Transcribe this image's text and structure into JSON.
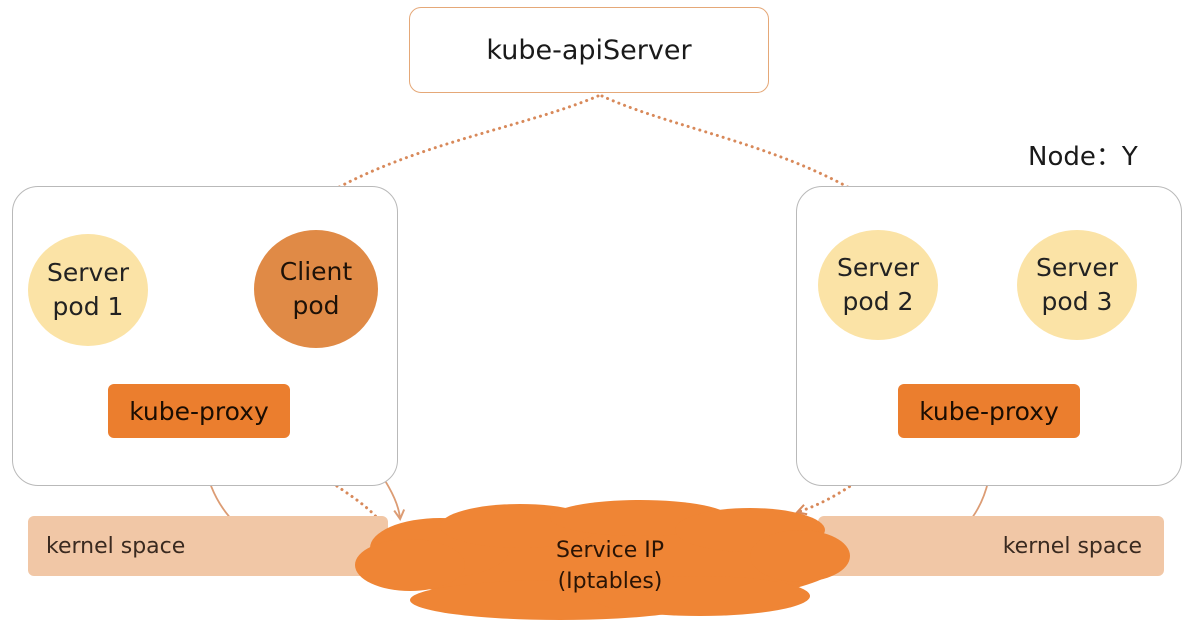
{
  "api_server": {
    "label": "kube-apiServer"
  },
  "node_label": "Node：Y",
  "left_node": {
    "server_pod": {
      "line1": "Server",
      "line2": "pod 1"
    },
    "client_pod": {
      "line1": "Client",
      "line2": "pod"
    },
    "proxy_label": "kube-proxy",
    "kernel_label": "kernel space"
  },
  "right_node": {
    "server_pod_a": {
      "line1": "Server",
      "line2": "pod 2"
    },
    "server_pod_b": {
      "line1": "Server",
      "line2": "pod 3"
    },
    "proxy_label": "kube-proxy",
    "kernel_label": "kernel space"
  },
  "service": {
    "line1": "Service IP",
    "line2": "(Iptables)"
  },
  "colors": {
    "accent": "#eb7e2e",
    "cloud": "#ef8535",
    "client_pod": "#e08a46",
    "server_pod": "#fbe3a6",
    "kernel": "#f1c7a6",
    "dotted_line": "#d8895a",
    "arrow_line": "#dc9c74",
    "frame": "#b9b9b9"
  }
}
